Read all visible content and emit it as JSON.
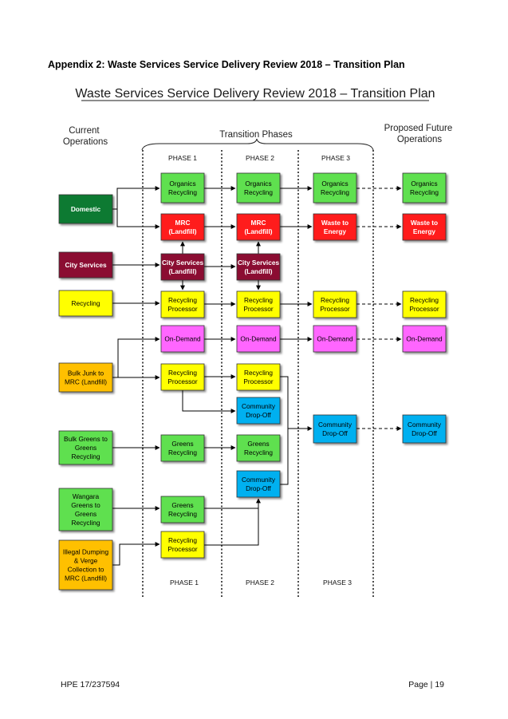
{
  "heading": "Appendix 2: Waste Services Service Delivery Review 2018 – Transition Plan",
  "diagram": {
    "title": "Waste Services Service Delivery Review 2018 – Transition Plan",
    "labels": {
      "current": [
        "Current",
        "Operations"
      ],
      "transition": "Transition Phases",
      "future": [
        "Proposed Future",
        "Operations"
      ]
    },
    "phases": [
      "PHASE 1",
      "PHASE 2",
      "PHASE 3"
    ],
    "colors": {
      "green": "#5fe04f",
      "red": "#ff1a1a",
      "maroon": "#8b0a32",
      "yellow": "#ffff00",
      "magenta": "#ff66ff",
      "orange": "#ffc000",
      "blue": "#00b0f0",
      "darkgreen": "#0e7a32"
    },
    "nodes": [
      {
        "id": "domestic",
        "lines": [
          "Domestic"
        ],
        "color": "darkgreen",
        "textColor": "#ffffff"
      },
      {
        "id": "city",
        "lines": [
          "City Services"
        ],
        "color": "maroon",
        "textColor": "#ffffff"
      },
      {
        "id": "recycling",
        "lines": [
          "Recycling"
        ],
        "color": "yellow",
        "textColor": "#000000"
      },
      {
        "id": "bulkjunk",
        "lines": [
          "Bulk Junk to",
          "MRC (Landfill)"
        ],
        "color": "orange",
        "textColor": "#000000"
      },
      {
        "id": "bulkgreens",
        "lines": [
          "Bulk Greens to",
          "Greens",
          "Recycling"
        ],
        "color": "green",
        "textColor": "#000000"
      },
      {
        "id": "wangara",
        "lines": [
          "Wangara",
          "Greens  to",
          "Greens",
          "Recycling"
        ],
        "color": "green",
        "textColor": "#000000"
      },
      {
        "id": "illegal",
        "lines": [
          "Illegal Dumping",
          "& Verge",
          "Collection to",
          "MRC (Landfill)"
        ],
        "color": "orange",
        "textColor": "#000000"
      },
      {
        "id": "p1_org",
        "lines": [
          "Organics",
          "Recycling"
        ],
        "color": "green",
        "textColor": "#000000"
      },
      {
        "id": "p1_mrc",
        "lines": [
          "MRC",
          "(Landfill)"
        ],
        "color": "red",
        "textColor": "#ffffff"
      },
      {
        "id": "p1_city",
        "lines": [
          "City Services",
          "(Landfill)"
        ],
        "color": "maroon",
        "textColor": "#ffffff"
      },
      {
        "id": "p1_rp",
        "lines": [
          "Recycling",
          "Processor"
        ],
        "color": "yellow",
        "textColor": "#000000"
      },
      {
        "id": "p1_od",
        "lines": [
          "On-Demand"
        ],
        "color": "magenta",
        "textColor": "#000000"
      },
      {
        "id": "p1_rp2",
        "lines": [
          "Recycling",
          "Processor"
        ],
        "color": "yellow",
        "textColor": "#000000"
      },
      {
        "id": "p1_gr",
        "lines": [
          "Greens",
          "Recycling"
        ],
        "color": "green",
        "textColor": "#000000"
      },
      {
        "id": "p1_gr2",
        "lines": [
          "Greens",
          "Recycling"
        ],
        "color": "green",
        "textColor": "#000000"
      },
      {
        "id": "p1_rp3",
        "lines": [
          "Recycling",
          "Processor"
        ],
        "color": "yellow",
        "textColor": "#000000"
      },
      {
        "id": "p2_org",
        "lines": [
          "Organics",
          "Recycling"
        ],
        "color": "green",
        "textColor": "#000000"
      },
      {
        "id": "p2_mrc",
        "lines": [
          "MRC",
          "(Landfill)"
        ],
        "color": "red",
        "textColor": "#ffffff"
      },
      {
        "id": "p2_city",
        "lines": [
          "City Services",
          "(Landfill)"
        ],
        "color": "maroon",
        "textColor": "#ffffff"
      },
      {
        "id": "p2_rp",
        "lines": [
          "Recycling",
          "Processor"
        ],
        "color": "yellow",
        "textColor": "#000000"
      },
      {
        "id": "p2_od",
        "lines": [
          "On-Demand"
        ],
        "color": "magenta",
        "textColor": "#000000"
      },
      {
        "id": "p2_rp2",
        "lines": [
          "Recycling",
          "Processor"
        ],
        "color": "yellow",
        "textColor": "#000000"
      },
      {
        "id": "p2_cd",
        "lines": [
          "Community",
          "Drop-Off"
        ],
        "color": "blue",
        "textColor": "#000000"
      },
      {
        "id": "p2_gr",
        "lines": [
          "Greens",
          "Recycling"
        ],
        "color": "green",
        "textColor": "#000000"
      },
      {
        "id": "p2_cd2",
        "lines": [
          "Community",
          "Drop-Off"
        ],
        "color": "blue",
        "textColor": "#000000"
      },
      {
        "id": "p3_org",
        "lines": [
          "Organics",
          "Recycling"
        ],
        "color": "green",
        "textColor": "#000000"
      },
      {
        "id": "p3_wte",
        "lines": [
          "Waste to",
          "Energy"
        ],
        "color": "red",
        "textColor": "#ffffff"
      },
      {
        "id": "p3_rp",
        "lines": [
          "Recycling",
          "Processor"
        ],
        "color": "yellow",
        "textColor": "#000000"
      },
      {
        "id": "p3_od",
        "lines": [
          "On-Demand"
        ],
        "color": "magenta",
        "textColor": "#000000"
      },
      {
        "id": "p3_cd",
        "lines": [
          "Community",
          "Drop-Off"
        ],
        "color": "blue",
        "textColor": "#000000"
      },
      {
        "id": "f_org",
        "lines": [
          "Organics",
          "Recycling"
        ],
        "color": "green",
        "textColor": "#000000"
      },
      {
        "id": "f_wte",
        "lines": [
          "Waste to",
          "Energy"
        ],
        "color": "red",
        "textColor": "#ffffff"
      },
      {
        "id": "f_rp",
        "lines": [
          "Recycling",
          "Processor"
        ],
        "color": "yellow",
        "textColor": "#000000"
      },
      {
        "id": "f_od",
        "lines": [
          "On-Demand"
        ],
        "color": "magenta",
        "textColor": "#000000"
      },
      {
        "id": "f_cd",
        "lines": [
          "Community",
          "Drop-Off"
        ],
        "color": "blue",
        "textColor": "#000000"
      }
    ]
  },
  "footer": {
    "left": "HPE 17/237594",
    "right": "Page | 19"
  }
}
